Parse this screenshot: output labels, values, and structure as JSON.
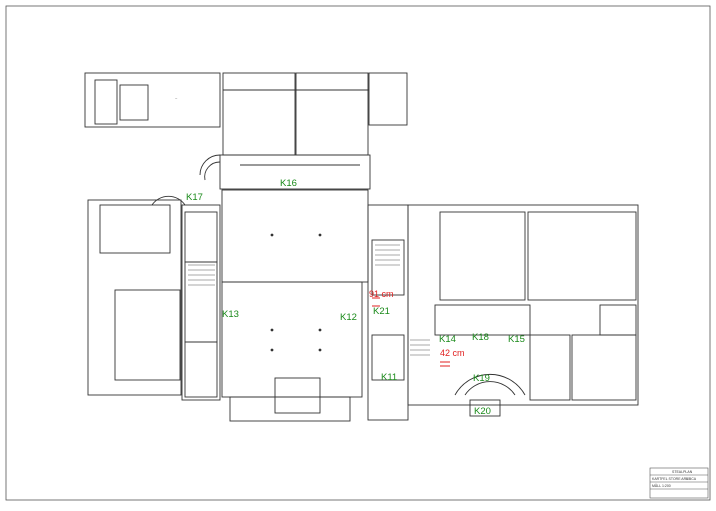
{
  "labels": {
    "k17": "K17",
    "k16": "K16",
    "k13": "K13",
    "k12": "K12",
    "k21": "K21",
    "k14": "K14",
    "k18": "K18",
    "k15": "K15",
    "k11": "K11",
    "k19": "K19",
    "k20": "K20"
  },
  "measurements": {
    "m1": "91 cm",
    "m2": "42 cm"
  },
  "title_block": {
    "line1": "STEALPLAN",
    "line2": "KARTFEL STORE ARK",
    "line3": "1/BCA",
    "line4": "MÅLL 1:200"
  },
  "colors": {
    "label_green": "#1a8a1a",
    "measure_red": "#e02020",
    "line": "#333333"
  }
}
